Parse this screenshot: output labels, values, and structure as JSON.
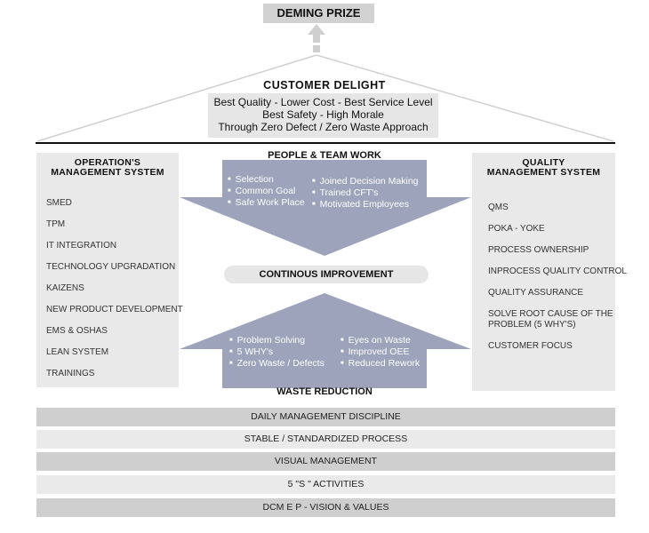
{
  "top": {
    "prize": "DEMING PRIZE"
  },
  "roof": {
    "title": "CUSTOMER DELIGHT",
    "lines": [
      "Best Quality - Lower Cost - Best Service Level",
      "Best Safety - High Morale",
      "Through Zero Defect / Zero Waste Approach"
    ]
  },
  "left_pillar": {
    "title_1": "OPERATION'S",
    "title_2": "MANAGEMENT SYSTEM",
    "items": [
      "SMED",
      "TPM",
      "IT INTEGRATION",
      "TECHNOLOGY UPGRADATION",
      "KAIZENS",
      "NEW PRODUCT DEVELOPMENT",
      "EMS & OSHAS",
      "LEAN SYSTEM",
      "TRAININGS"
    ]
  },
  "right_pillar": {
    "title_1": "QUALITY",
    "title_2": "MANAGEMENT SYSTEM",
    "items": [
      "QMS",
      "POKA - YOKE",
      "PROCESS OWNERSHIP",
      "INPROCESS QUALITY CONTROL",
      "QUALITY ASSURANCE",
      "SOLVE ROOT CAUSE OF THE",
      "PROBLEM (5 WHY'S)",
      "CUSTOMER FOCUS"
    ]
  },
  "people": {
    "title": "PEOPLE & TEAM WORK",
    "left": [
      "Selection",
      "Common Goal",
      "Safe Work Place"
    ],
    "right": [
      "Joined Decision Making",
      "Trained CFT's",
      "Motivated Employees"
    ]
  },
  "improvement": {
    "label": "CONTINOUS IMPROVEMENT"
  },
  "waste": {
    "title": "WASTE REDUCTION",
    "left": [
      "Problem Solving",
      "5 WHY's",
      "Zero Waste / Defects"
    ],
    "right": [
      "Eyes on Waste",
      "Improved OEE",
      "Reduced Rework"
    ]
  },
  "foundation": [
    "DAILY MANAGEMENT DISCIPLINE",
    "STABLE / STANDARDIZED PROCESS",
    "VISUAL MANAGEMENT",
    "5 \"S \" ACTIVITIES",
    "DCM E P - VISION & VALUES"
  ],
  "colors": {
    "arrow": "#9da3ba",
    "panel": "#e9e9e9",
    "bar_dark": "#cfcfcf",
    "bar_light": "#eaeaea"
  }
}
